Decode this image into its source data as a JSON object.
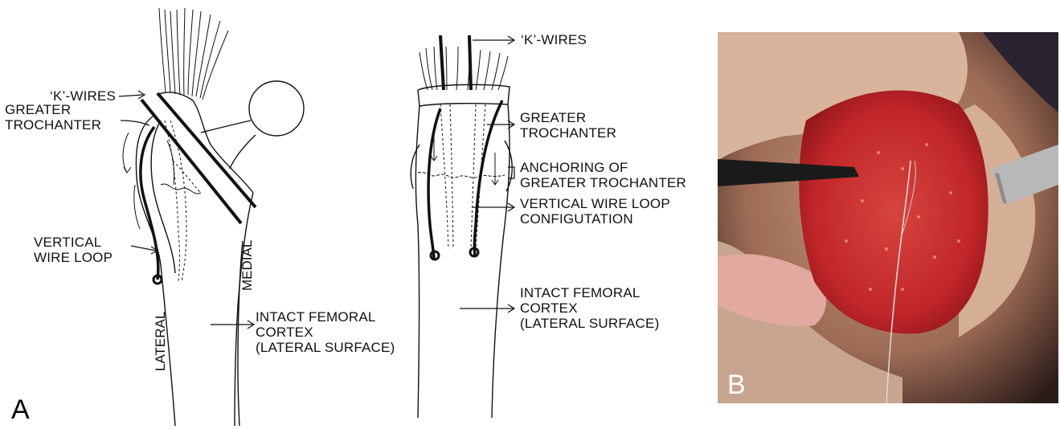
{
  "panels": {
    "a": "A",
    "b": "B"
  },
  "left_diagram": {
    "k_wires": "‘K’-WIRES",
    "greater_trochanter": [
      "GREATER",
      "TROCHANTER"
    ],
    "vertical_wire_loop": [
      "VERTICAL",
      "WIRE LOOP"
    ],
    "lateral": "LATERAL",
    "medial": "MEDIAL",
    "intact_cortex": [
      "INTACT FEMORAL",
      "CORTEX",
      "(LATERAL SURFACE)"
    ]
  },
  "middle_diagram": {
    "k_wires": "‘K’-WIRES",
    "greater_trochanter": [
      "GREATER",
      "TROCHANTER"
    ],
    "anchoring": [
      "ANCHORING OF",
      "GREATER TROCHANTER"
    ],
    "vertical_wire_loop": [
      "VERTICAL WIRE LOOP",
      "CONFIGUTATION"
    ],
    "intact_cortex": [
      "INTACT FEMORAL",
      "CORTEX",
      "(LATERAL SURFACE)"
    ]
  },
  "colors": {
    "ink": "#111111",
    "tissue_red": "#c8232a",
    "skin": "#d9b59a",
    "dark": "#1a1a1a"
  }
}
